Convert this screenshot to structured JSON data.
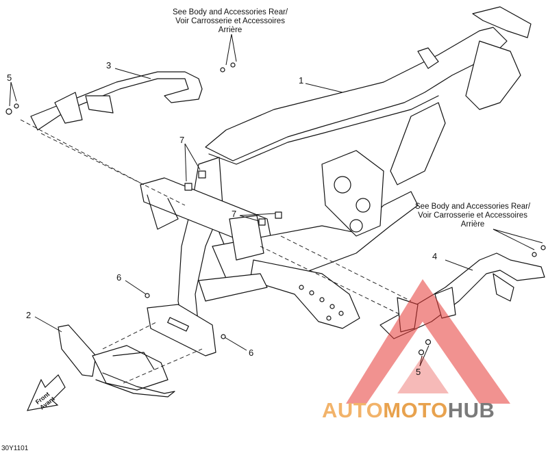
{
  "notes": {
    "top": [
      "See Body and Accessories Rear/",
      "Voir Carrosserie et Accessoires",
      "Arrière"
    ],
    "right": [
      "See Body and Accessories Rear/",
      "Voir Carrosserie et Accessoires",
      "Arrière"
    ]
  },
  "callouts": {
    "c1": "1",
    "c2": "2",
    "c3": "3",
    "c4": "4",
    "c5a": "5",
    "c5b": "5",
    "c6a": "6",
    "c6b": "6",
    "c7a": "7",
    "c7b": "7"
  },
  "front_arrow": {
    "line1": "Front",
    "line2": "Avant"
  },
  "part_code": "30Y1101",
  "watermark": {
    "part1": "AUTO",
    "part2": "MOTO",
    "part3": "HUB",
    "triangle_color": "#e53935"
  }
}
